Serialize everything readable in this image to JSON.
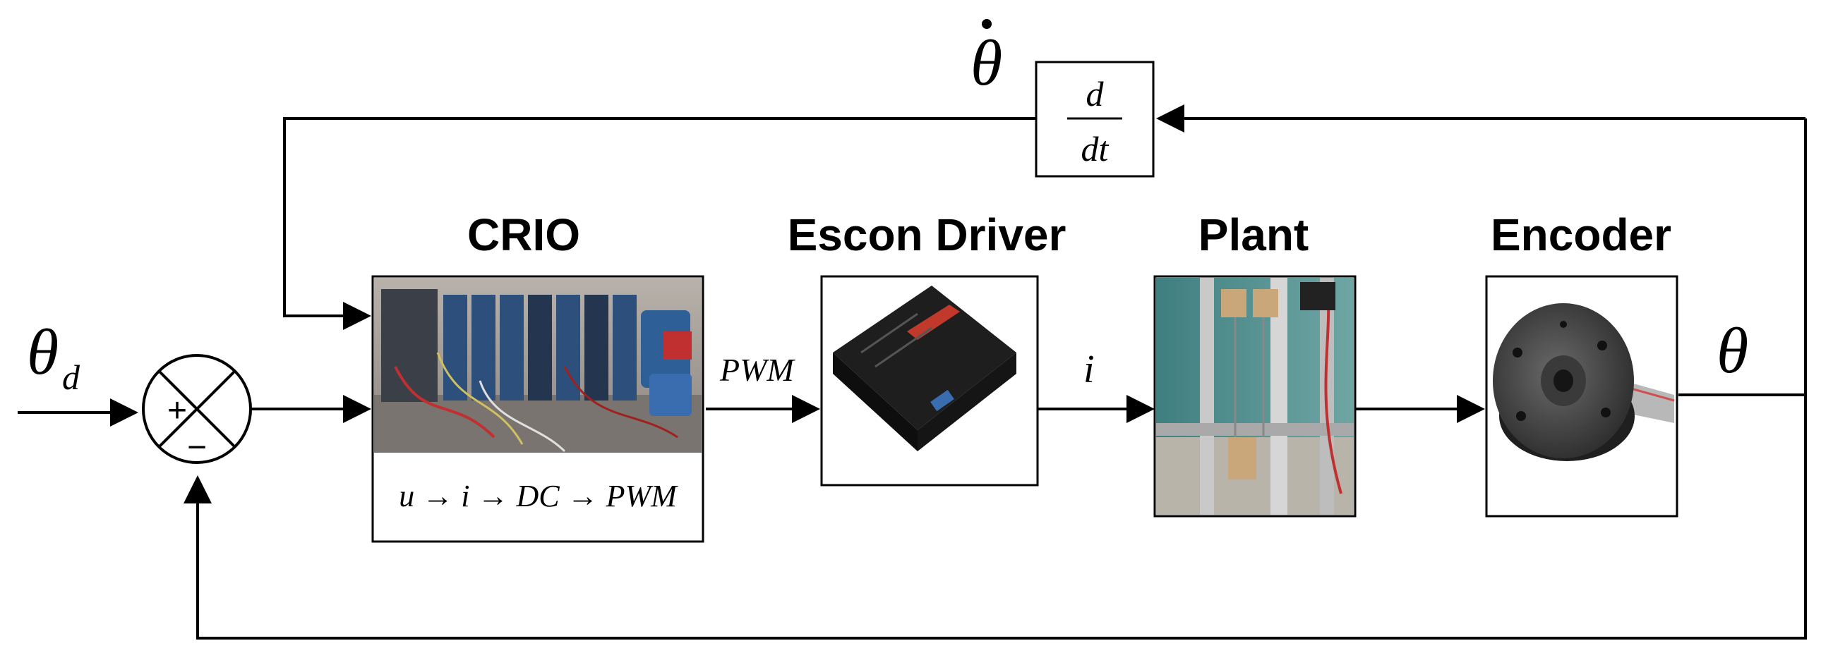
{
  "blocks": {
    "crio": {
      "title": "CRIO",
      "caption": "u → i → DC → PWM"
    },
    "escon": {
      "title": "Escon Driver"
    },
    "plant": {
      "title": "Plant"
    },
    "encoder": {
      "title": "Encoder"
    },
    "derivative": {
      "numerator": "d",
      "denominator": "dt"
    }
  },
  "signals": {
    "input_main": "θ",
    "input_sub": "d",
    "pwm": "PWM",
    "current": "i",
    "output": "θ",
    "feedback_velocity": "θ"
  },
  "summing_junction": {
    "plus": "+",
    "minus": "−"
  }
}
